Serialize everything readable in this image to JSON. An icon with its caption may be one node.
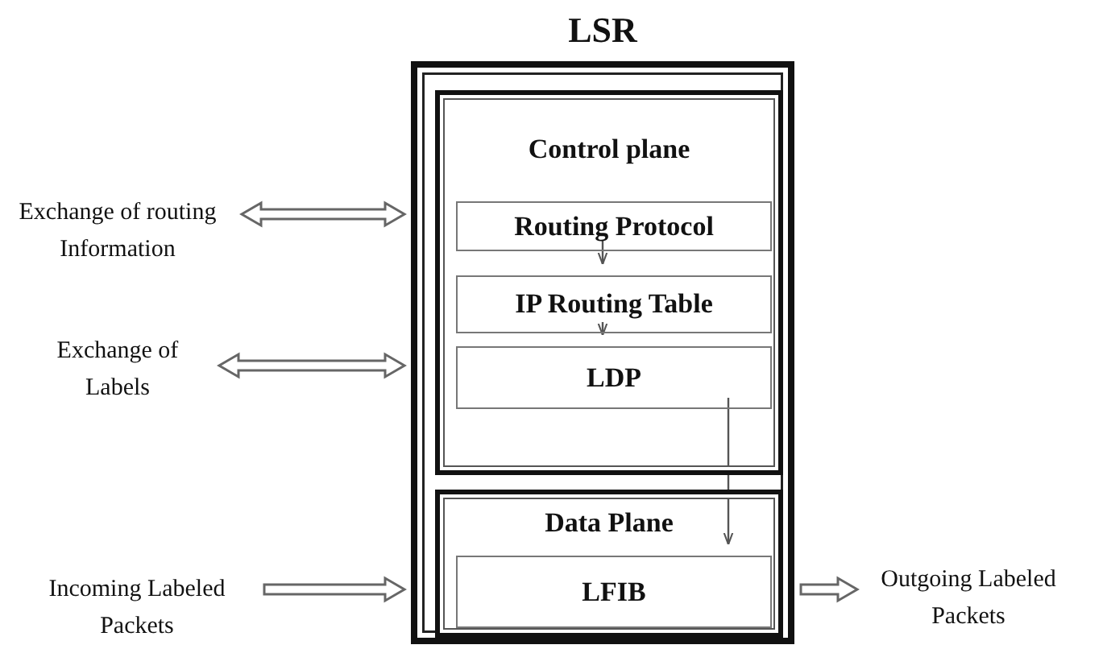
{
  "diagram": {
    "nodes": [
      {
        "text": [
          "LSR"
        ]
      },
      {
        "text": [
          "Control plane"
        ],
        "in": 0
      },
      {
        "text": [
          "Routing Protocol"
        ],
        "in": 1
      },
      {
        "text": [
          "IP Routing Table"
        ],
        "in": 1
      },
      {
        "text": [
          "LDP"
        ],
        "in": 1
      },
      {
        "text": [
          "Data Plane"
        ],
        "in": 0
      },
      {
        "text": [
          "LFIB"
        ],
        "in": 5
      },
      {
        "text": [
          "Exchange of routing Information"
        ]
      },
      {
        "text": [
          "Exchange of Labels"
        ]
      },
      {
        "text": [
          "Incoming Labeled Packets"
        ]
      },
      {
        "text": [
          "Outgoing Labeled Packets"
        ]
      }
    ],
    "edges": [
      {
        "from": 2,
        "to": 3,
        "arrow": "to"
      },
      {
        "from": 3,
        "to": 4,
        "arrow": "to"
      },
      {
        "from": 4,
        "to": 6,
        "arrow": "to"
      },
      {
        "from": 7,
        "to": 0,
        "arrow": "both",
        "style": "thick"
      },
      {
        "from": 8,
        "to": 0,
        "arrow": "both",
        "style": "thick"
      },
      {
        "from": 9,
        "to": 0,
        "arrow": "to",
        "style": "thick"
      },
      {
        "from": 0,
        "to": 10,
        "arrow": "to",
        "style": "thick"
      }
    ]
  }
}
